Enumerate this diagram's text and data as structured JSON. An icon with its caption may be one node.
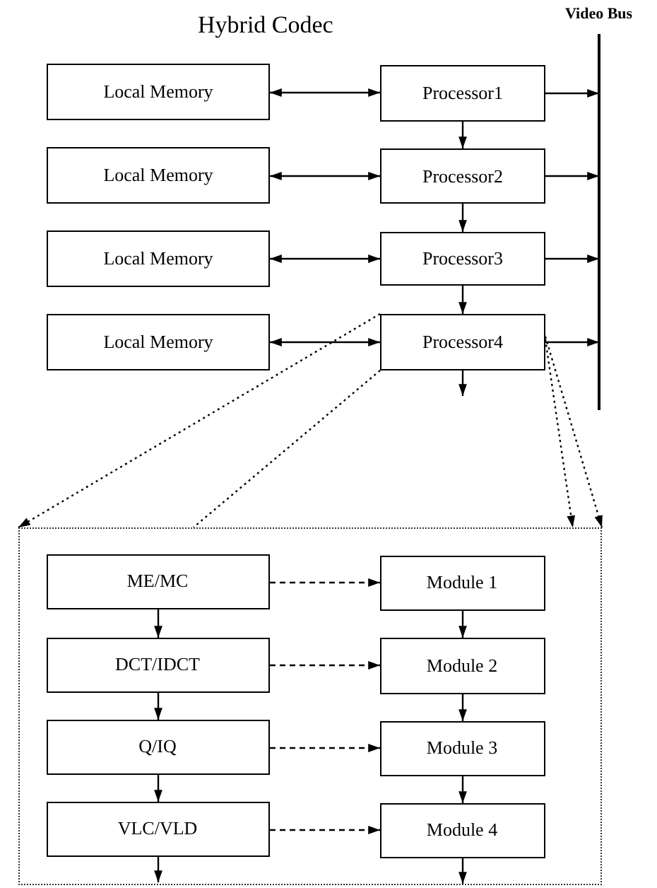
{
  "diagram": {
    "title": "Hybrid Codec",
    "nodes": [
      {
        "text": [
          "Local Memory"
        ]
      },
      {
        "text": [
          "Processor1"
        ]
      },
      {
        "text": [
          "Local Memory"
        ]
      },
      {
        "text": [
          "Processor2"
        ]
      },
      {
        "text": [
          "Local Memory"
        ]
      },
      {
        "text": [
          "Processor3"
        ]
      },
      {
        "text": [
          "Local Memory"
        ]
      },
      {
        "text": [
          "Processor4"
        ]
      },
      {
        "text": [
          "Video Bus"
        ]
      },
      {
        "text": [],
        "shape": "box"
      },
      {
        "text": [
          "ME/MC"
        ],
        "in": 9
      },
      {
        "text": [
          "Module 1"
        ],
        "in": 9
      },
      {
        "text": [
          "DCT/IDCT"
        ],
        "in": 9
      },
      {
        "text": [
          "Module 2"
        ],
        "in": 9
      },
      {
        "text": [
          "Q/IQ"
        ],
        "in": 9
      },
      {
        "text": [
          "Module 3"
        ],
        "in": 9
      },
      {
        "text": [
          "VLC/VLD"
        ],
        "in": 9
      },
      {
        "text": [
          "Module 4"
        ],
        "in": 9
      }
    ],
    "edges": [
      {
        "from": 0,
        "to": 1,
        "arrow": "both"
      },
      {
        "from": 2,
        "to": 3,
        "arrow": "both"
      },
      {
        "from": 4,
        "to": 5,
        "arrow": "both"
      },
      {
        "from": 6,
        "to": 7,
        "arrow": "both"
      },
      {
        "from": 1,
        "to": 8,
        "arrow": "to"
      },
      {
        "from": 3,
        "to": 8,
        "arrow": "to"
      },
      {
        "from": 5,
        "to": 8,
        "arrow": "to"
      },
      {
        "from": 7,
        "to": 8,
        "arrow": "to"
      },
      {
        "from": 1,
        "to": 3,
        "arrow": "to"
      },
      {
        "from": 3,
        "to": 5,
        "arrow": "to"
      },
      {
        "from": 5,
        "to": 7,
        "arrow": "to"
      },
      {
        "from": 7,
        "to": null,
        "arrow": "to"
      },
      {
        "from": 7,
        "to": 9,
        "arrow": "to",
        "style": "dashed"
      },
      {
        "from": 7,
        "to": 9,
        "arrow": "none",
        "style": "dashed"
      },
      {
        "from": 7,
        "to": 9,
        "arrow": "to",
        "style": "dashed"
      },
      {
        "from": 7,
        "to": 9,
        "arrow": "to",
        "style": "dashed"
      },
      {
        "from": 10,
        "to": 11,
        "arrow": "to",
        "style": "dashed"
      },
      {
        "from": 12,
        "to": 13,
        "arrow": "to",
        "style": "dashed"
      },
      {
        "from": 14,
        "to": 15,
        "arrow": "to",
        "style": "dashed"
      },
      {
        "from": 16,
        "to": 17,
        "arrow": "to",
        "style": "dashed"
      },
      {
        "from": 10,
        "to": 12,
        "arrow": "to"
      },
      {
        "from": 12,
        "to": 14,
        "arrow": "to"
      },
      {
        "from": 14,
        "to": 16,
        "arrow": "to"
      },
      {
        "from": 16,
        "to": null,
        "arrow": "to"
      },
      {
        "from": 11,
        "to": 13,
        "arrow": "to"
      },
      {
        "from": 13,
        "to": 15,
        "arrow": "to"
      },
      {
        "from": 15,
        "to": 17,
        "arrow": "to"
      },
      {
        "from": 17,
        "to": null,
        "arrow": "to"
      }
    ]
  }
}
